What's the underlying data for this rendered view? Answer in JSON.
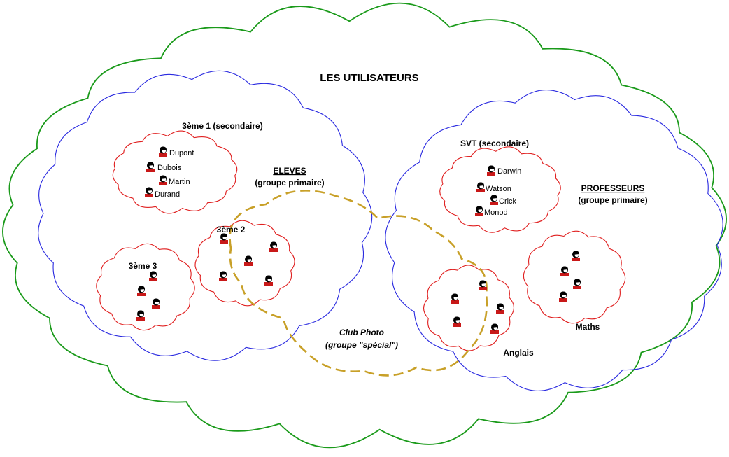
{
  "title": "LES UTILISATEURS",
  "groups": {
    "eleves": {
      "name": "ELEVES",
      "kind": "(groupe primaire)"
    },
    "professeurs": {
      "name": "PROFESSEURS",
      "kind": "(groupe primaire)"
    },
    "club_photo": {
      "name": "Club Photo",
      "kind": "(groupe \"spécial\")"
    }
  },
  "subgroups": {
    "troisieme1": {
      "label": "3ème 1 (secondaire)",
      "members": [
        "Dupont",
        "Dubois",
        "Martin",
        "Durand"
      ]
    },
    "troisieme2": {
      "label": "3ème 2"
    },
    "troisieme3": {
      "label": "3ème 3"
    },
    "svt": {
      "label": "SVT (secondaire)",
      "members": [
        "Darwin",
        "Watson",
        "Crick",
        "Monod"
      ]
    },
    "anglais": {
      "label": "Anglais"
    },
    "maths": {
      "label": "Maths"
    }
  },
  "colors": {
    "outer_cloud": "#1a9a1a",
    "primary_cloud": "#2a2ae0",
    "secondary_cloud": "#e02020",
    "special_cloud": "#c8a028",
    "user_icon": "user-icon"
  }
}
